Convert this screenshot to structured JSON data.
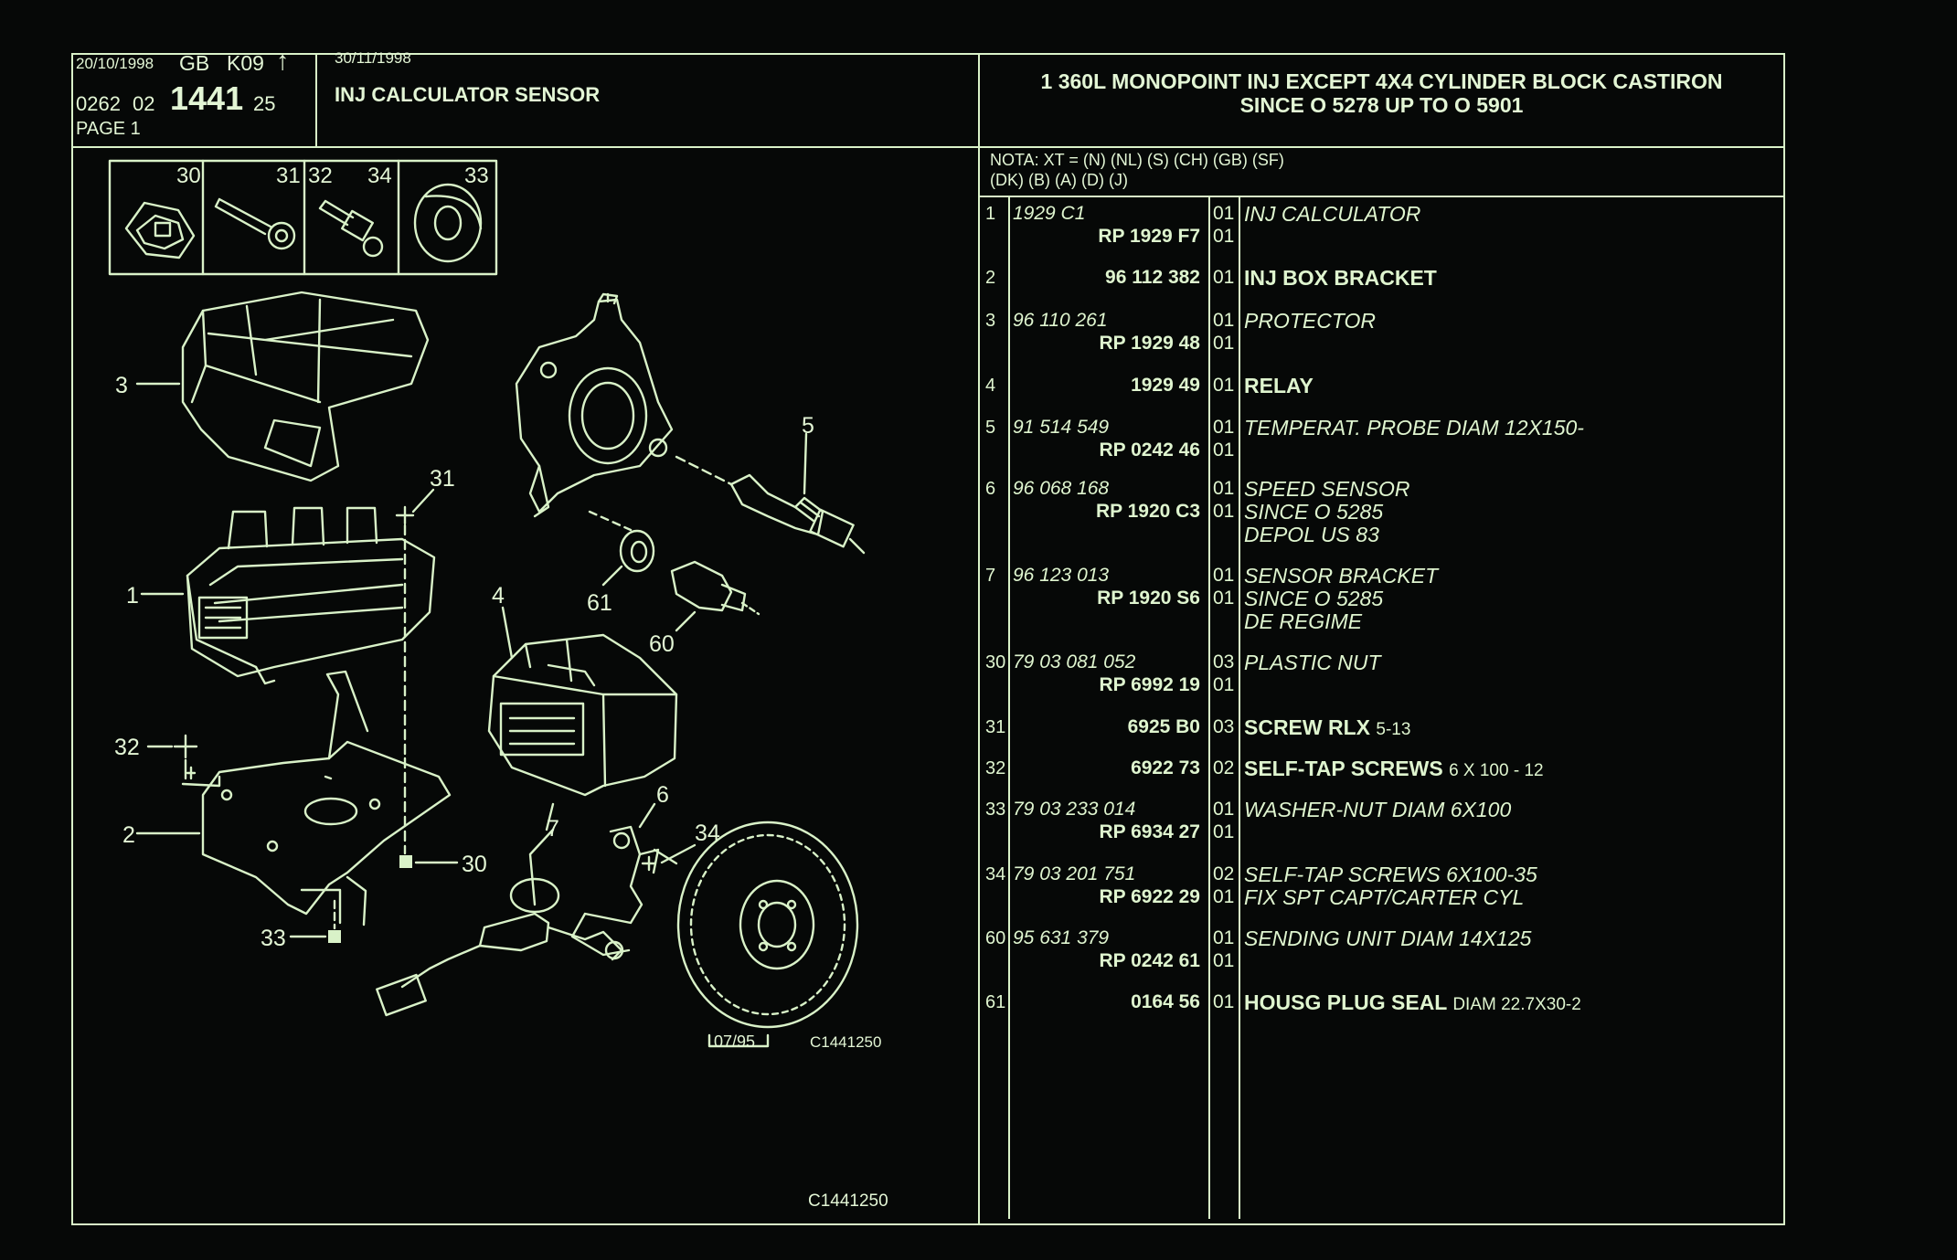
{
  "header": {
    "date1": "20/10/1998",
    "lang": "GB",
    "code": "K09",
    "arrow": "↑",
    "ref_a": "0262",
    "ref_b": "02",
    "ref_main": "1441",
    "ref_c": "25",
    "page": "PAGE 1",
    "date2": "30/11/1998",
    "title": "INJ CALCULATOR SENSOR",
    "desc_line1": "1 360L MONOPOINT INJ EXCEPT  4X4 CYLINDER BLOCK CASTIRON",
    "desc_line2": "SINCE  O   5278 UP  TO  O   5901"
  },
  "nota": {
    "line1": "NOTA: XT = (N) (NL) (S) (CH) (GB) (SF)",
    "line2": "(DK) (B) (A) (D) (J)"
  },
  "parts": [
    {
      "idx": "1",
      "lines": [
        {
          "ref": "1929 C1",
          "ref_style": "italic",
          "qty": "01",
          "desc": "INJ CALCULATOR",
          "desc_style": "italic"
        },
        {
          "ref": "RP  1929 F7",
          "ref_style": "bold",
          "qty": "01",
          "desc": "",
          "desc_style": "bold"
        }
      ]
    },
    {
      "idx": "2",
      "lines": [
        {
          "ref": "96 112 382",
          "ref_style": "bold",
          "qty": "01",
          "desc": "INJ BOX BRACKET",
          "desc_style": "bold"
        }
      ]
    },
    {
      "idx": "3",
      "lines": [
        {
          "ref": "96 110 261",
          "ref_style": "italic",
          "qty": "01",
          "desc": "PROTECTOR",
          "desc_style": "italic"
        },
        {
          "ref": "RP  1929 48",
          "ref_style": "bold",
          "qty": "01",
          "desc": "",
          "desc_style": "bold"
        }
      ]
    },
    {
      "idx": "4",
      "lines": [
        {
          "ref": "1929 49",
          "ref_style": "bold",
          "qty": "01",
          "desc": "RELAY",
          "desc_style": "bold"
        }
      ]
    },
    {
      "idx": "5",
      "lines": [
        {
          "ref": "91 514 549",
          "ref_style": "italic",
          "qty": "01",
          "desc": "TEMPERAT. PROBE DIAM 12X150-",
          "desc_style": "italic"
        },
        {
          "ref": "RP  0242 46",
          "ref_style": "bold",
          "qty": "01",
          "desc": "",
          "desc_style": "bold"
        }
      ]
    },
    {
      "idx": "6",
      "lines": [
        {
          "ref": "96 068 168",
          "ref_style": "italic",
          "qty": "01",
          "desc": "SPEED SENSOR",
          "desc_style": "italic"
        },
        {
          "ref": "RP  1920 C3",
          "ref_style": "bold",
          "qty": "01",
          "desc": "SINCE  O  5285",
          "desc_style": "italic"
        },
        {
          "ref": "",
          "ref_style": "bold",
          "qty": "",
          "desc": "DEPOL US 83",
          "desc_style": "italic"
        }
      ]
    },
    {
      "idx": "7",
      "lines": [
        {
          "ref": "96 123 013",
          "ref_style": "italic",
          "qty": "01",
          "desc": "SENSOR BRACKET",
          "desc_style": "italic"
        },
        {
          "ref": "RP  1920 S6",
          "ref_style": "bold",
          "qty": "01",
          "desc": "SINCE  O  5285",
          "desc_style": "italic"
        },
        {
          "ref": "",
          "ref_style": "bold",
          "qty": "",
          "desc": "DE REGIME",
          "desc_style": "italic"
        }
      ]
    },
    {
      "idx": "30",
      "lines": [
        {
          "ref": "79 03 081 052",
          "ref_style": "italic",
          "qty": "03",
          "desc": "PLASTIC NUT",
          "desc_style": "italic"
        },
        {
          "ref": "RP  6992 19",
          "ref_style": "bold",
          "qty": "01",
          "desc": "",
          "desc_style": "bold"
        }
      ]
    },
    {
      "idx": "31",
      "lines": [
        {
          "ref": "6925 B0",
          "ref_style": "bold",
          "qty": "03",
          "desc": "SCREW RLX",
          "desc_extra": "5-13",
          "desc_style": "bold"
        }
      ]
    },
    {
      "idx": "32",
      "lines": [
        {
          "ref": "6922 73",
          "ref_style": "bold",
          "qty": "02",
          "desc": "SELF-TAP SCREWS",
          "desc_extra": "6 X 100 - 12",
          "desc_style": "bold"
        }
      ]
    },
    {
      "idx": "33",
      "lines": [
        {
          "ref": "79 03 233 014",
          "ref_style": "italic",
          "qty": "01",
          "desc": "WASHER-NUT DIAM 6X100",
          "desc_style": "italic"
        },
        {
          "ref": "RP  6934 27",
          "ref_style": "bold",
          "qty": "01",
          "desc": "",
          "desc_style": "bold"
        }
      ]
    },
    {
      "idx": "34",
      "lines": [
        {
          "ref": "79 03 201 751",
          "ref_style": "italic",
          "qty": "02",
          "desc": "SELF-TAP SCREWS 6X100-35",
          "desc_style": "italic"
        },
        {
          "ref": "RP  6922 29",
          "ref_style": "bold",
          "qty": "01",
          "desc": "FIX SPT CAPT/CARTER CYL",
          "desc_style": "italic"
        }
      ]
    },
    {
      "idx": "60",
      "lines": [
        {
          "ref": "95 631 379",
          "ref_style": "italic",
          "qty": "01",
          "desc": "SENDING UNIT DIAM 14X125",
          "desc_style": "italic"
        },
        {
          "ref": "RP  0242 61",
          "ref_style": "bold",
          "qty": "01",
          "desc": "",
          "desc_style": "bold"
        }
      ]
    },
    {
      "idx": "61",
      "lines": [
        {
          "ref": "0164 56",
          "ref_style": "bold",
          "qty": "01",
          "desc": "HOUSG PLUG SEAL",
          "desc_extra": "DIAM 22.7X30-2",
          "desc_style": "bold"
        }
      ]
    }
  ],
  "diagram": {
    "inset_labels": [
      "30",
      "31",
      "32",
      "34",
      "33"
    ],
    "callouts": {
      "c3": "3",
      "c31": "31",
      "c1": "1",
      "c4": "4",
      "c5": "5",
      "c61": "61",
      "c60": "60",
      "c32": "32",
      "c2": "2",
      "c30": "30",
      "c33": "33",
      "c7": "7",
      "c6": "6",
      "c34": "34"
    },
    "stamp_date": "07/95",
    "stamp_code": "C1441250",
    "footer_code": "C1441250"
  },
  "colors": {
    "background": "#060807",
    "line": "#d9f2c8"
  }
}
